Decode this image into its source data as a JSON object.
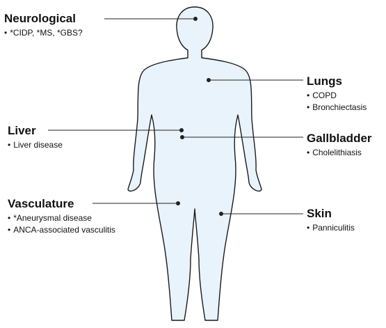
{
  "regions": [
    {
      "id": "neurological",
      "title": "Neurological",
      "conditions": [
        "*CIDP, *MS, *GBS?"
      ]
    },
    {
      "id": "lungs",
      "title": "Lungs",
      "conditions": [
        "COPD",
        "Bronchiectasis"
      ]
    },
    {
      "id": "liver",
      "title": "Liver",
      "conditions": [
        "Liver disease"
      ]
    },
    {
      "id": "gallbladder",
      "title": "Gallbladder",
      "conditions": [
        "Cholelithiasis"
      ]
    },
    {
      "id": "vasculature",
      "title": "Vasculature",
      "conditions": [
        "*Aneurysmal disease",
        "ANCA-associated vasculitis"
      ]
    },
    {
      "id": "skin",
      "title": "Skin",
      "conditions": [
        "Panniculitis"
      ]
    }
  ],
  "colors": {
    "body_fill": "#e8f3fb",
    "body_stroke": "#1a1a1a",
    "line": "#222222",
    "text": "#111111"
  },
  "bullet": "•"
}
